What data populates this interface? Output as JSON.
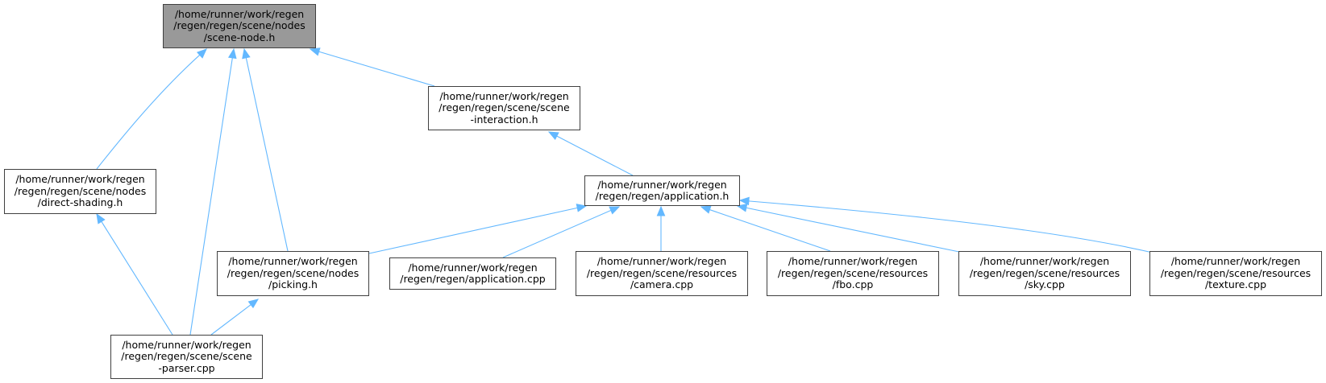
{
  "colors": {
    "edge": "#63b8ff",
    "root_fill": "#999999",
    "node_fill": "#ffffff",
    "node_border": "#404040"
  },
  "nodes": {
    "root": {
      "lines": [
        "/home/runner/work/regen",
        "/regen/regen/scene/nodes",
        "/scene-node.h"
      ]
    },
    "inter": {
      "lines": [
        "/home/runner/work/regen",
        "/regen/regen/scene/scene",
        "-interaction.h"
      ]
    },
    "direct": {
      "lines": [
        "/home/runner/work/regen",
        "/regen/regen/scene/nodes",
        "/direct-shading.h"
      ]
    },
    "app": {
      "lines": [
        "/home/runner/work/regen",
        "/regen/regen/application.h"
      ]
    },
    "picking": {
      "lines": [
        "/home/runner/work/regen",
        "/regen/regen/scene/nodes",
        "/picking.h"
      ]
    },
    "appcpp": {
      "lines": [
        "/home/runner/work/regen",
        "/regen/regen/application.cpp"
      ]
    },
    "camera": {
      "lines": [
        "/home/runner/work/regen",
        "/regen/regen/scene/resources",
        "/camera.cpp"
      ]
    },
    "fbo": {
      "lines": [
        "/home/runner/work/regen",
        "/regen/regen/scene/resources",
        "/fbo.cpp"
      ]
    },
    "sky": {
      "lines": [
        "/home/runner/work/regen",
        "/regen/regen/scene/resources",
        "/sky.cpp"
      ]
    },
    "texture": {
      "lines": [
        "/home/runner/work/regen",
        "/regen/regen/scene/resources",
        "/texture.cpp"
      ]
    },
    "parser": {
      "lines": [
        "/home/runner/work/regen",
        "/regen/regen/scene/scene",
        "-parser.cpp"
      ]
    }
  },
  "edges": [
    {
      "from": "direct",
      "to": "root"
    },
    {
      "from": "parser",
      "to": "root"
    },
    {
      "from": "picking",
      "to": "root"
    },
    {
      "from": "inter",
      "to": "root"
    },
    {
      "from": "app",
      "to": "inter"
    },
    {
      "from": "parser",
      "to": "direct"
    },
    {
      "from": "picking",
      "to": "app"
    },
    {
      "from": "appcpp",
      "to": "app"
    },
    {
      "from": "camera",
      "to": "app"
    },
    {
      "from": "fbo",
      "to": "app"
    },
    {
      "from": "sky",
      "to": "app"
    },
    {
      "from": "texture",
      "to": "app"
    },
    {
      "from": "parser",
      "to": "picking"
    }
  ]
}
